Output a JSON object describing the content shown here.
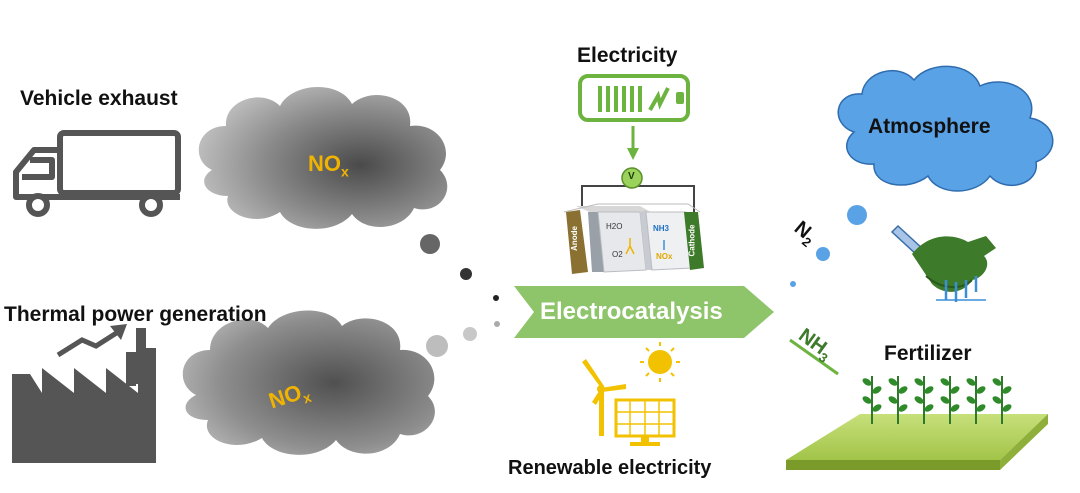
{
  "sources": {
    "vehicle_label": "Vehicle exhaust",
    "thermal_label": "Thermal power generation",
    "pollutant_main": "NO",
    "pollutant_sub": "x"
  },
  "center": {
    "electricity_label": "Electricity",
    "process_label": "Electrocatalysis",
    "renewable_label": "Renewable electricity",
    "anode_label": "Anode",
    "cathode_label": "Cathode",
    "voltmeter_label": "V",
    "anode_reactant": "H2O",
    "anode_product": "O2",
    "cathode_product": "NH3",
    "cathode_reactant": "NOx"
  },
  "outputs": {
    "atmosphere_label": "Atmosphere",
    "fertilizer_label": "Fertilizer",
    "n2_main": "N",
    "n2_sub": "2",
    "nh3_main": "NH",
    "nh3_sub": "3"
  },
  "colors": {
    "green": "#6db33f",
    "dark_green": "#3d7a2a",
    "yellow": "#f2c200",
    "blue": "#3b8fd9",
    "nox_yellow": "#f0b400"
  },
  "icons": [
    "truck-icon",
    "factory-icon",
    "phone-battery-icon",
    "wind-turbine-icon",
    "sun-icon",
    "solar-panel-icon",
    "handshake-icon",
    "plant-icon",
    "field-icon"
  ]
}
